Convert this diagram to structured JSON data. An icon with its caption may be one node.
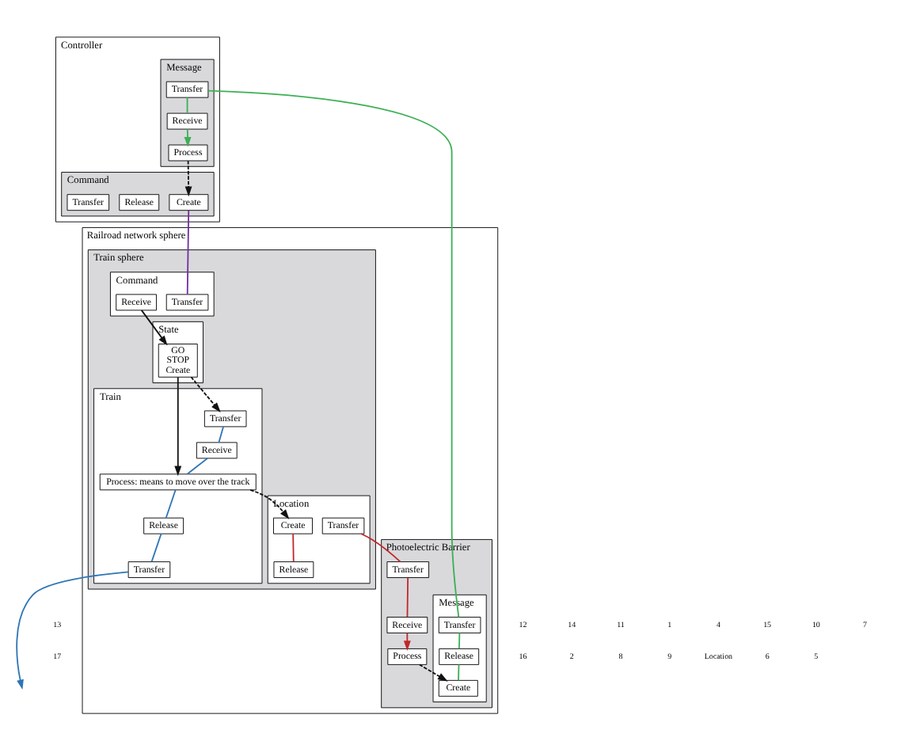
{
  "diagram": {
    "nodes": [
      {
        "text": [
          "Controller"
        ]
      },
      {
        "text": [
          "Command"
        ],
        "in": 0
      },
      {
        "text": [
          "Create"
        ],
        "in": 1
      },
      {
        "text": [
          "Release"
        ],
        "in": 1
      },
      {
        "text": [
          "Transfer"
        ],
        "in": 1
      },
      {
        "text": [
          "Message"
        ],
        "in": 0
      },
      {
        "text": [
          "Process"
        ],
        "in": 5
      },
      {
        "text": [
          "Receive"
        ],
        "in": 5
      },
      {
        "text": [
          "Transfer"
        ],
        "in": 5
      },
      {
        "text": [
          "Railroad network sphere"
        ]
      },
      {
        "text": [
          "Train sphere"
        ],
        "in": 9
      },
      {
        "text": [
          "Train"
        ],
        "in": 10
      },
      {
        "text": [
          "Transfer"
        ],
        "in": 11
      },
      {
        "text": [
          "Receive"
        ],
        "in": 11
      },
      {
        "text": [
          "Process: means to move over the track"
        ],
        "in": 11
      },
      {
        "text": [
          "Release"
        ],
        "in": 11
      },
      {
        "text": [
          "Transfer"
        ],
        "in": 11
      },
      {
        "text": [
          "Command"
        ],
        "in": 10
      },
      {
        "text": [
          "Transfer"
        ],
        "in": 17
      },
      {
        "text": [
          "Receive"
        ],
        "in": 17
      },
      {
        "text": [
          "State"
        ],
        "in": 10
      },
      {
        "text": [
          "GO",
          "STOP",
          "Create"
        ],
        "in": 20
      },
      {
        "text": [
          "Location"
        ],
        "in": 10
      },
      {
        "text": [
          "Create"
        ],
        "in": 22
      },
      {
        "text": [
          "Release"
        ],
        "in": 22
      },
      {
        "text": [
          "Transfer"
        ],
        "in": 22
      },
      {
        "text": [
          "Photoelectric Barrier"
        ],
        "in": 9
      },
      {
        "text": [
          "Message"
        ],
        "in": 26
      },
      {
        "text": [
          "Transfer"
        ],
        "in": 27
      },
      {
        "text": [
          "Release"
        ],
        "in": 27
      },
      {
        "text": [
          "Create"
        ],
        "in": 27
      },
      {
        "text": [
          "Process"
        ],
        "in": 26
      },
      {
        "text": [
          "Receive"
        ],
        "in": 26
      },
      {
        "text": [
          "Transfer"
        ],
        "in": 26
      }
    ],
    "edges": [
      {
        "from": 6,
        "to": 2,
        "arrow": "to",
        "style": "dashed"
      },
      {
        "from": 2,
        "to": 18,
        "arrow": "none",
        "color": "#7030a0"
      },
      {
        "from": 28,
        "to": 8,
        "arrow": "none",
        "color": "#3cb054"
      },
      {
        "from": 8,
        "to": 7,
        "arrow": "none",
        "color": "#3cb054"
      },
      {
        "from": 7,
        "to": 6,
        "arrow": "to",
        "color": "#3cb054"
      },
      {
        "from": 12,
        "to": 13,
        "arrow": "none",
        "color": "#2e75b6"
      },
      {
        "from": 13,
        "to": 14,
        "arrow": "none",
        "color": "#2e75b6"
      },
      {
        "from": 14,
        "to": 15,
        "arrow": "none",
        "color": "#2e75b6"
      },
      {
        "from": 15,
        "to": 16,
        "arrow": "none",
        "color": "#2e75b6"
      },
      {
        "from": 16,
        "to": null,
        "arrow": "to",
        "color": "#2e75b6"
      },
      {
        "from": 21,
        "to": 12,
        "arrow": "to",
        "style": "dashed"
      },
      {
        "from": 19,
        "to": 21,
        "arrow": "to"
      },
      {
        "from": 21,
        "to": 14,
        "arrow": "to"
      },
      {
        "from": 14,
        "to": 23,
        "arrow": "to",
        "style": "dashed"
      },
      {
        "from": 23,
        "to": 24,
        "arrow": "none",
        "color": "#c0282a"
      },
      {
        "from": 25,
        "to": 33,
        "arrow": "none",
        "color": "#c0282a"
      },
      {
        "from": 33,
        "to": 32,
        "arrow": "none",
        "color": "#c0282a"
      },
      {
        "from": 32,
        "to": 31,
        "arrow": "to",
        "color": "#c0282a"
      },
      {
        "from": 31,
        "to": 30,
        "arrow": "to",
        "style": "dashed"
      },
      {
        "from": 28,
        "to": 29,
        "arrow": "none",
        "color": "#3cb054"
      },
      {
        "from": 29,
        "to": 30,
        "arrow": "none",
        "color": "#3cb054"
      }
    ],
    "labels": [
      "13",
      "12",
      "14",
      "11",
      "1",
      "4",
      "15",
      "10",
      "7",
      "17",
      "16",
      "2",
      "8",
      "9",
      "Location",
      "6",
      "5"
    ]
  }
}
